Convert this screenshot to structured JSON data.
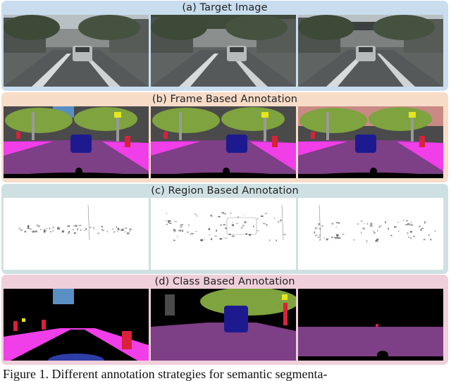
{
  "panels": [
    {
      "id": "a",
      "title": "(a) Target Image",
      "bg": "#c9ddef",
      "images": [
        "photo",
        "photo",
        "photo"
      ]
    },
    {
      "id": "b",
      "title": "(b) Frame Based Annotation",
      "bg": "#f7dcc8",
      "images": [
        "seg",
        "seg",
        "seg"
      ]
    },
    {
      "id": "c",
      "title": "(c) Region Based Annotation",
      "bg": "#cfe0e2",
      "images": [
        "region",
        "region",
        "region"
      ]
    },
    {
      "id": "d",
      "title": "(d) Class Based Annotation",
      "bg": "#efcfd9",
      "images": [
        "class",
        "class",
        "class"
      ]
    }
  ],
  "caption": "Figure 1. Different annotation strategies for semantic segmenta-",
  "colors": {
    "road": "#7d3f85",
    "sidewalk": "#f03ee8",
    "car": "#1d1a8f",
    "vegetation": "#7fa33e",
    "building": "#4a4a4a",
    "sky": "#5a8fc4",
    "person": "#d8213a",
    "sign": "#e6e61e",
    "pole": "#9a9a9a"
  }
}
